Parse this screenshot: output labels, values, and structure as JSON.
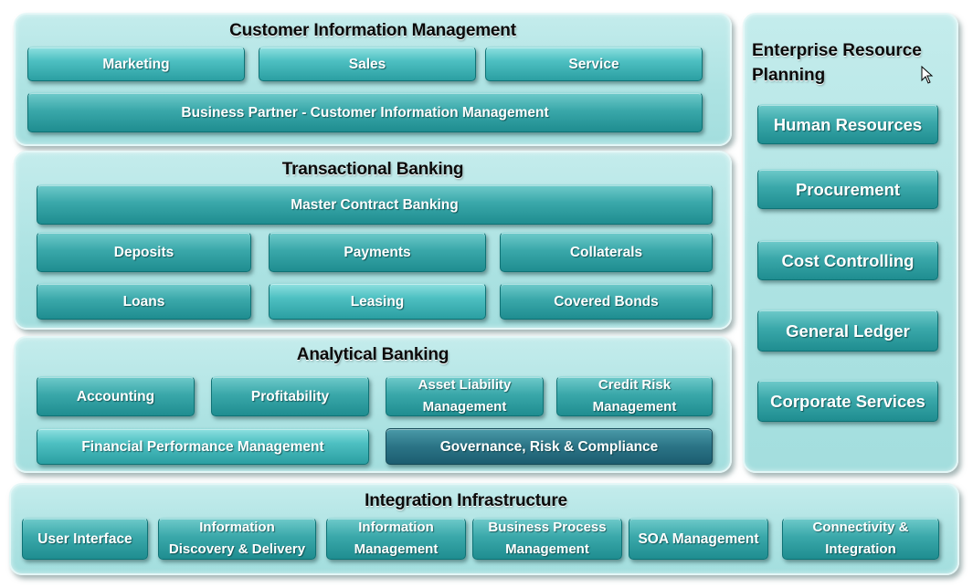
{
  "cim": {
    "title": "Customer Information Management",
    "marketing": "Marketing",
    "sales": "Sales",
    "service": "Service",
    "business_partner": "Business Partner - Customer Information Management"
  },
  "transactional": {
    "title": "Transactional Banking",
    "master_contract": "Master Contract Banking",
    "deposits": "Deposits",
    "payments": "Payments",
    "collaterals": "Collaterals",
    "loans": "Loans",
    "leasing": "Leasing",
    "covered_bonds": "Covered Bonds"
  },
  "analytical": {
    "title": "Analytical Banking",
    "accounting": "Accounting",
    "profitability": "Profitability",
    "asset_liability_1": "Asset Liability",
    "asset_liability_2": "Management",
    "credit_risk_1": "Credit Risk",
    "credit_risk_2": "Management",
    "financial_performance": "Financial Performance Management",
    "governance": "Governance, Risk & Compliance"
  },
  "erp": {
    "title_line1": "Enterprise Resource",
    "title_line2": "Planning",
    "human_resources": "Human Resources",
    "procurement": "Procurement",
    "cost_controlling": "Cost Controlling",
    "general_ledger": "General Ledger",
    "corporate_services": "Corporate Services"
  },
  "integration": {
    "title": "Integration Infrastructure",
    "user_interface": "User Interface",
    "info_discovery_1": "Information",
    "info_discovery_2": "Discovery & Delivery",
    "info_management_1": "Information",
    "info_management_2": "Management",
    "bpm_1": "Business Process",
    "bpm_2": "Management",
    "soa": "SOA Management",
    "connectivity_1": "Connectivity &",
    "connectivity_2": "Integration"
  },
  "colors": {
    "panel": "#aee3e3",
    "box": "#3aa8aa",
    "box_dark": "#2b7486"
  }
}
